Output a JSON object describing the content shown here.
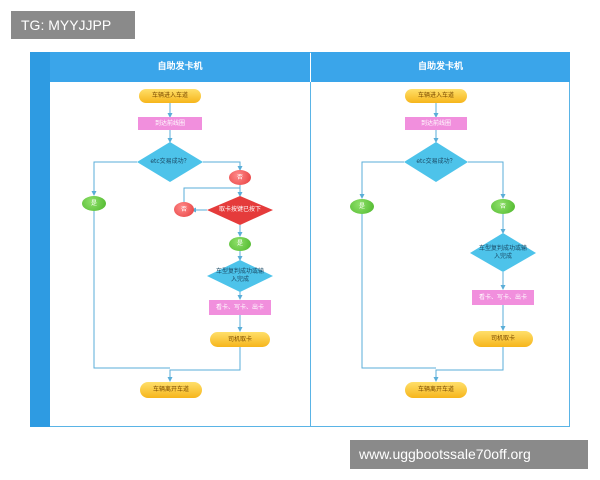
{
  "tg_label": "TG: MYYJJPP",
  "watermark": "www.uggbootssale70off.org",
  "colors": {
    "lane_blue": "#3aa5ea",
    "connector": "#5aaed8",
    "pill": "#f6b51c",
    "pink": "#f18fdd",
    "diamond": "#4dc3ea",
    "red_diamond": "#e53b3b",
    "green": "#4cb62a",
    "red": "#e53b3b"
  },
  "lanes": [
    {
      "title": "自助发卡机",
      "start": "车辆进入车道",
      "arrive": "到达前线圈",
      "decision1": "etc交易成功？",
      "yes": "是",
      "no": "否",
      "no_small": "否",
      "decision2": "取卡按键已按下",
      "yes2": "是",
      "decision3": "车型复判成功或输入完成",
      "action": "看卡、写卡、出卡",
      "take": "司机取卡",
      "end": "车辆离开车道"
    },
    {
      "title": "自助发卡机",
      "start": "车辆进入车道",
      "arrive": "到达前线圈",
      "decision1": "etc交易成功？",
      "yes": "是",
      "no": "否",
      "decision3": "车型复判成功或输入完成",
      "action": "看卡、写卡、出卡",
      "take": "司机取卡",
      "end": "车辆离开车道"
    }
  ]
}
